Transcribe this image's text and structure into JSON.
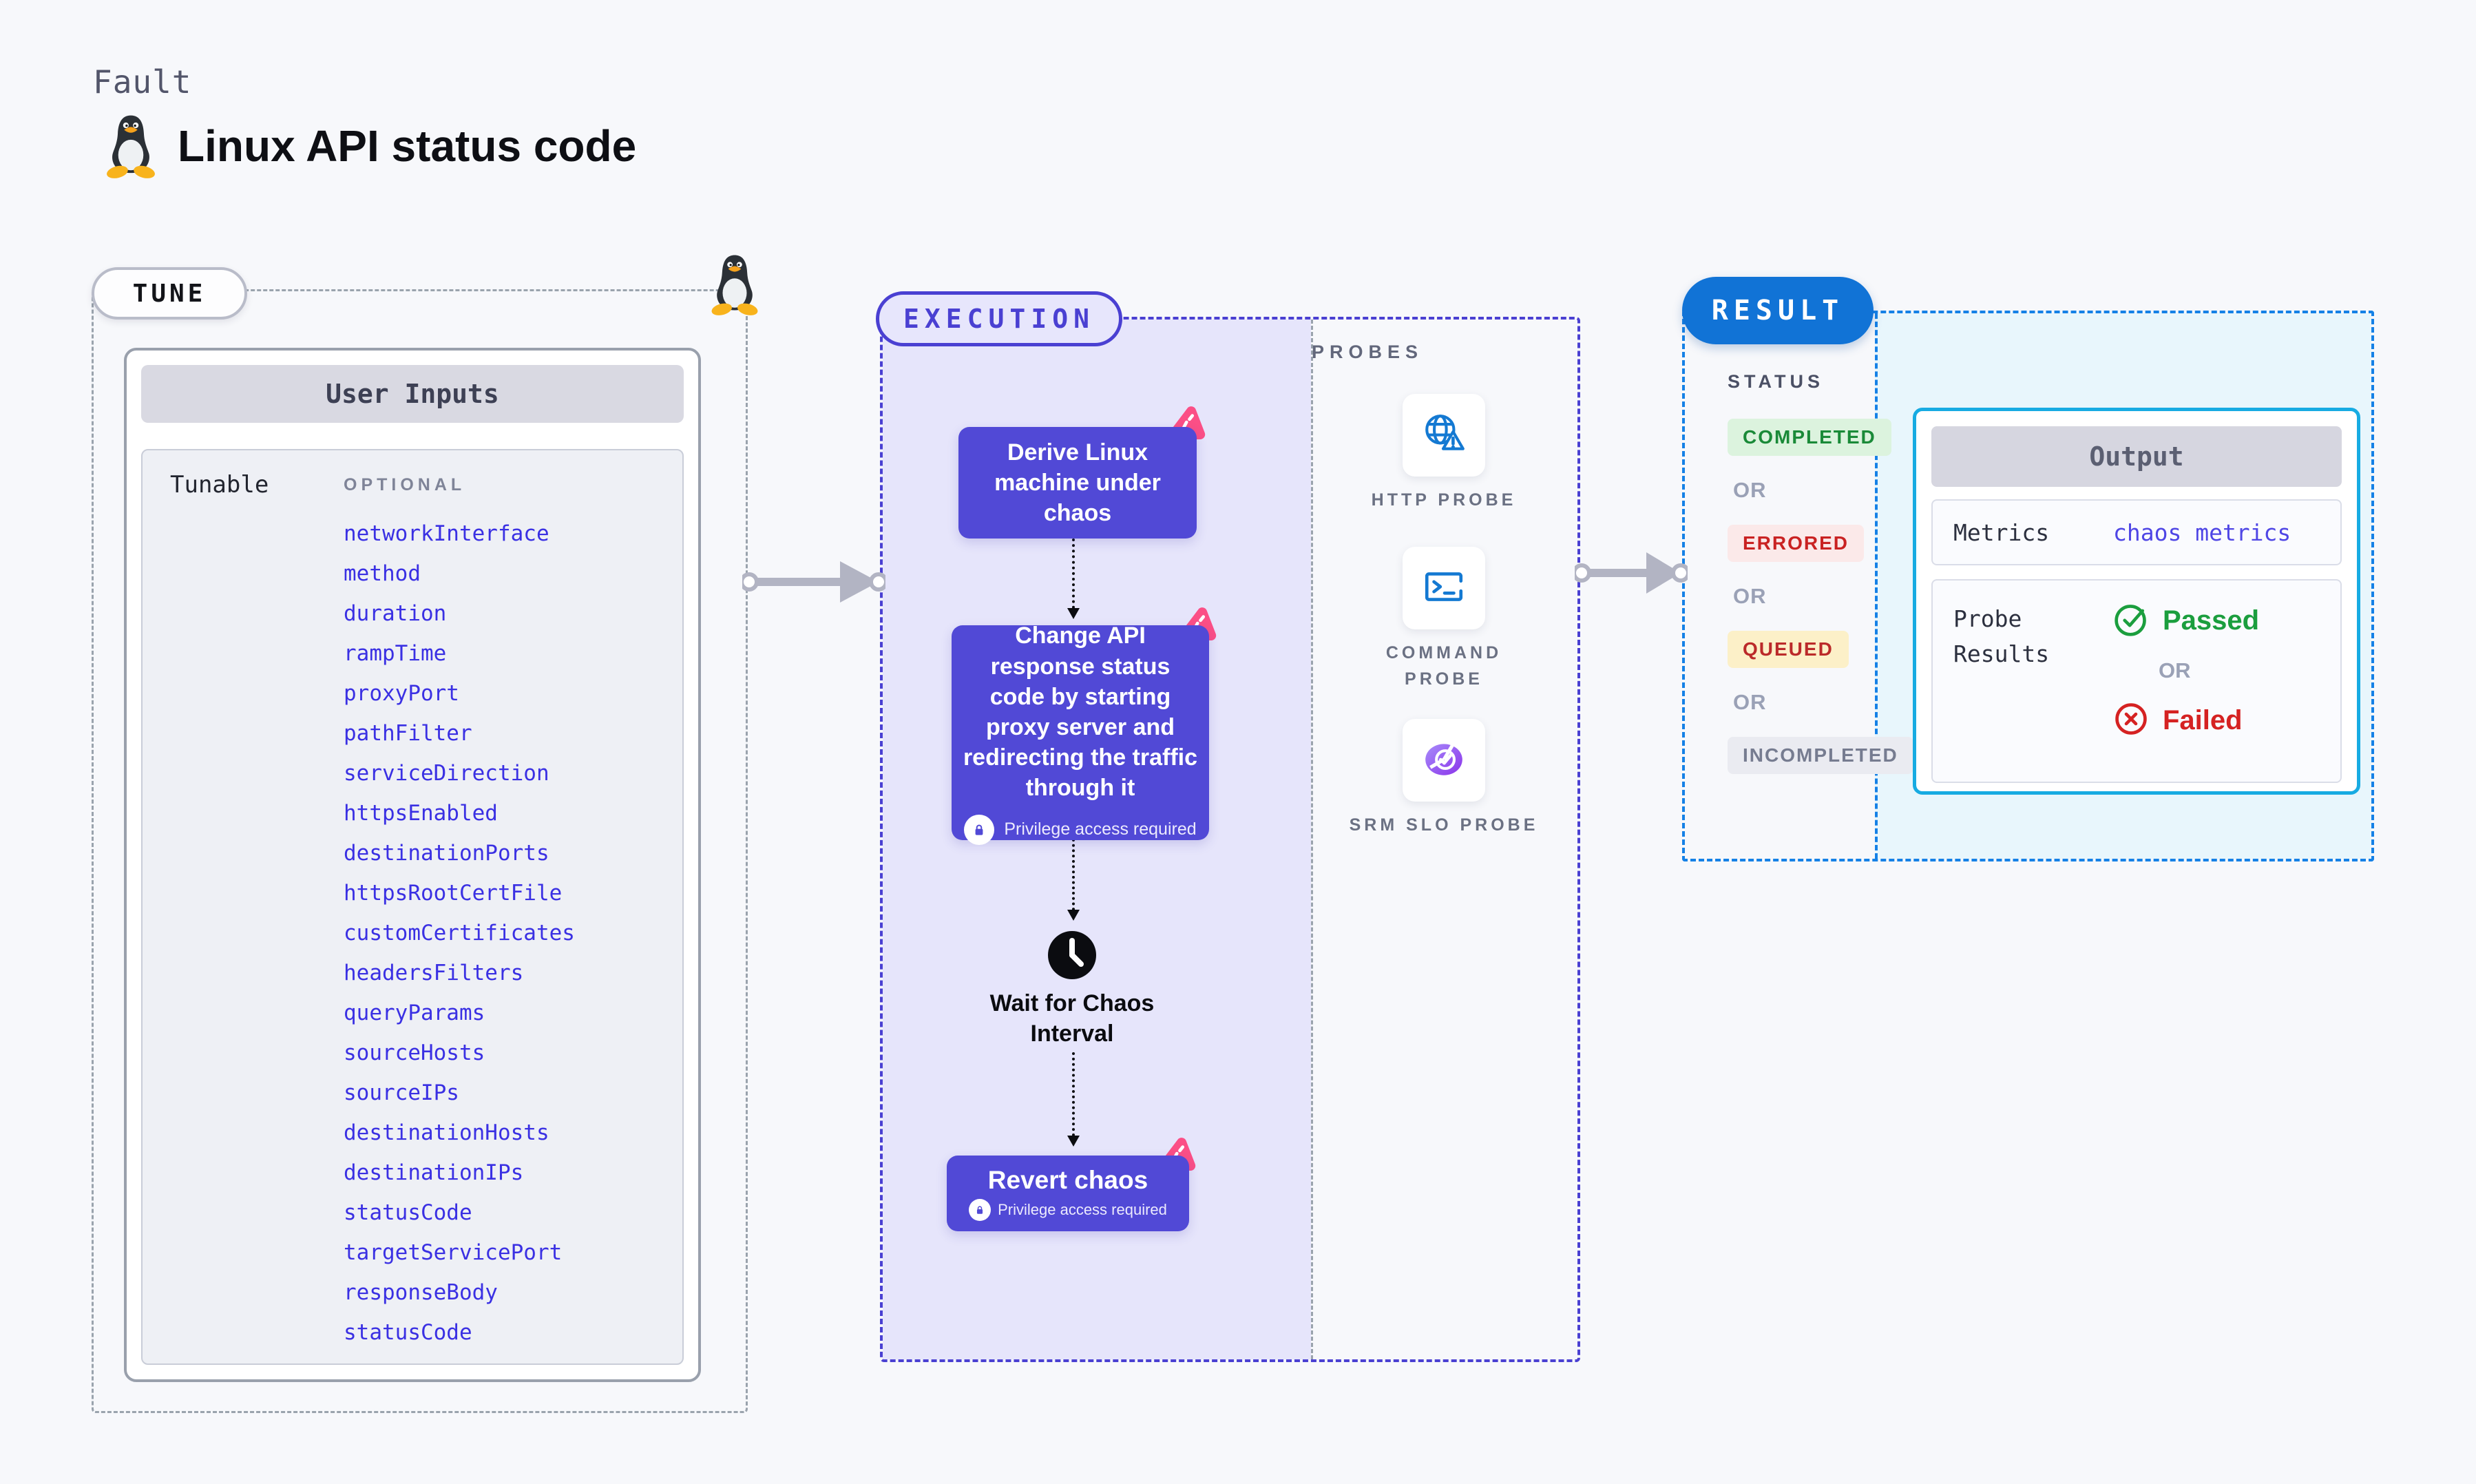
{
  "header": {
    "eyebrow": "Fault",
    "title": "Linux API status code"
  },
  "tune": {
    "badge": "TUNE",
    "panel_title": "User Inputs",
    "row_label": "Tunable",
    "optional_label": "OPTIONAL",
    "params": [
      "networkInterface",
      "method",
      "duration",
      "rampTime",
      "proxyPort",
      "pathFilter",
      "serviceDirection",
      "httpsEnabled",
      "destinationPorts",
      "httpsRootCertFile",
      "customCertificates",
      "headersFilters",
      "queryParams",
      "sourceHosts",
      "sourceIPs",
      "destinationHosts",
      "destinationIPs",
      "statusCode",
      "targetServicePort",
      "responseBody",
      "statusCode"
    ]
  },
  "execution": {
    "badge": "EXECUTION",
    "steps": {
      "step1": "Derive Linux machine under chaos",
      "step2": "Change API response status code by starting proxy server and redirecting the traffic through it",
      "wait": "Wait for Chaos Interval",
      "revert": "Revert chaos"
    },
    "privilege_note": "Privilege access required"
  },
  "probes": {
    "label": "PROBES",
    "items": [
      {
        "label": "HTTP PROBE",
        "icon": "globe-warning-icon"
      },
      {
        "label": "COMMAND PROBE",
        "icon": "terminal-icon"
      },
      {
        "label": "SRM SLO PROBE",
        "icon": "pie-check-icon"
      }
    ]
  },
  "result": {
    "badge": "RESULT",
    "status_label": "STATUS",
    "or_label": "OR",
    "statuses": [
      {
        "label": "COMPLETED",
        "fg": "#1a8a38",
        "bg": "#dcf3de"
      },
      {
        "label": "ERRORED",
        "fg": "#c92222",
        "bg": "#fbe9e9"
      },
      {
        "label": "QUEUED",
        "fg": "#bb2a2a",
        "bg": "#fcf0c8"
      },
      {
        "label": "INCOMPLETED",
        "fg": "#767c90",
        "bg": "#eaebf1"
      }
    ],
    "output": {
      "title": "Output",
      "metrics_label": "Metrics",
      "metrics_link": "chaos metrics",
      "probe_results_label": "Probe Results",
      "passed": "Passed",
      "or": "OR",
      "failed": "Failed"
    }
  },
  "colors": {
    "accent_indigo": "#4a40d2",
    "step_purple": "#5149d6",
    "litmus_pink": "#fb4f86",
    "result_blue": "#1173d6",
    "output_cyan": "#17abe2",
    "link_blue": "#3a30e3",
    "passed_green": "#1b9e3e",
    "failed_red": "#d52222"
  }
}
